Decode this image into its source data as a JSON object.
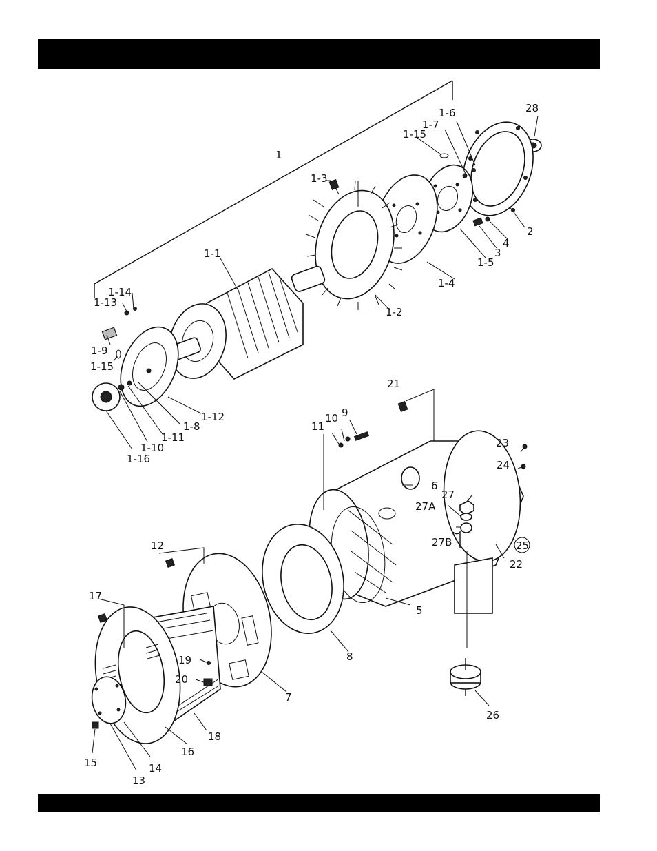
{
  "header_band": {
    "color": "#000000"
  },
  "footer_band": {
    "color": "#000000"
  },
  "callouts": {
    "c1": "1",
    "c1_1": "1-1",
    "c1_2": "1-2",
    "c1_3": "1-3",
    "c1_4": "1-4",
    "c1_5": "1-5",
    "c1_6": "1-6",
    "c1_7": "1-7",
    "c1_8": "1-8",
    "c1_9": "1-9",
    "c1_10": "1-10",
    "c1_11": "1-11",
    "c1_12": "1-12",
    "c1_13": "1-13",
    "c1_14": "1-14",
    "c1_15a": "1-15",
    "c1_15b": "1-15",
    "c1_16": "1-16",
    "c2": "2",
    "c3": "3",
    "c4": "4",
    "c5": "5",
    "c6": "6",
    "c7": "7",
    "c8": "8",
    "c9": "9",
    "c10": "10",
    "c11": "11",
    "c12": "12",
    "c13": "13",
    "c14": "14",
    "c15": "15",
    "c16": "16",
    "c17": "17",
    "c18": "18",
    "c19": "19",
    "c20": "20",
    "c21": "21",
    "c22": "22",
    "c23": "23",
    "c24": "24",
    "c25": "25",
    "c26": "26",
    "c27": "27",
    "c27a": "27A",
    "c27b": "27B",
    "c28": "28"
  }
}
